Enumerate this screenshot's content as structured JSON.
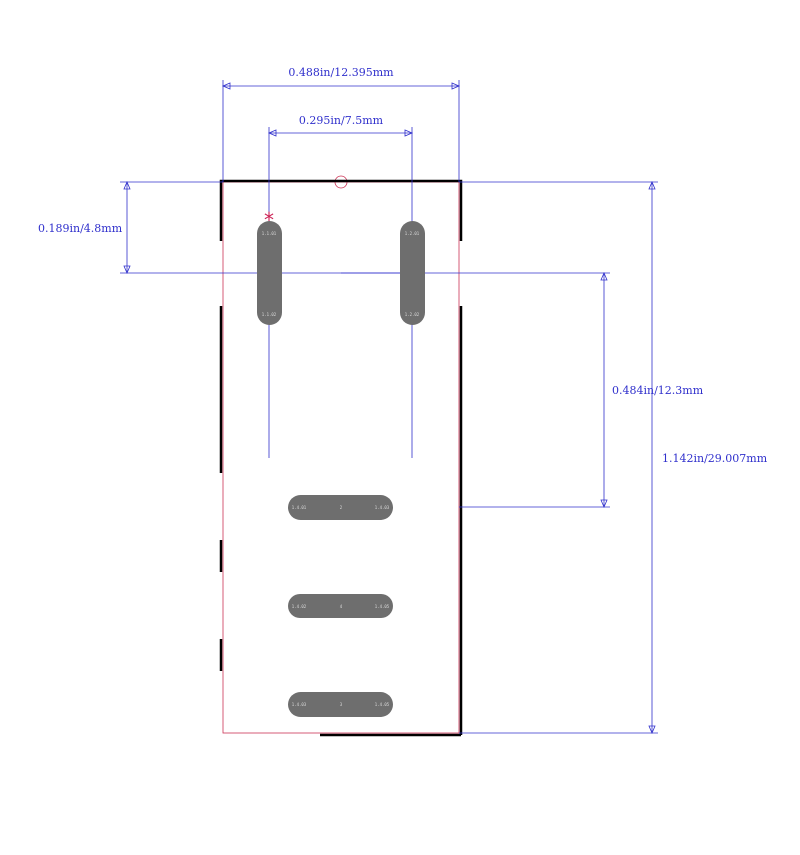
{
  "dimensions": {
    "overall_width": "0.488in/12.395mm",
    "pin_spacing": "0.295in/7.5mm",
    "top_offset": "0.189in/4.8mm",
    "pad_offset": "0.484in/12.3mm",
    "overall_height": "1.142in/29.007mm"
  },
  "pin1_marker": "*",
  "pads": {
    "p1": {
      "top": "1.1.01",
      "bottom": "1.1.02"
    },
    "p2": {
      "top": "1.2.01",
      "bottom": "1.2.02"
    },
    "p3": {
      "left": "1.4.01",
      "mid": "2",
      "right": "1.4.03"
    },
    "p4": {
      "left": "1.4.02",
      "mid": "4",
      "right": "1.4.05"
    },
    "p5": {
      "left": "1.4.03",
      "mid": "3",
      "right": "1.4.05"
    }
  },
  "colors": {
    "dimension": "#3030cc",
    "pad": "#6e6e6e",
    "outline": "#000000",
    "courtyard": "#cc3355"
  }
}
